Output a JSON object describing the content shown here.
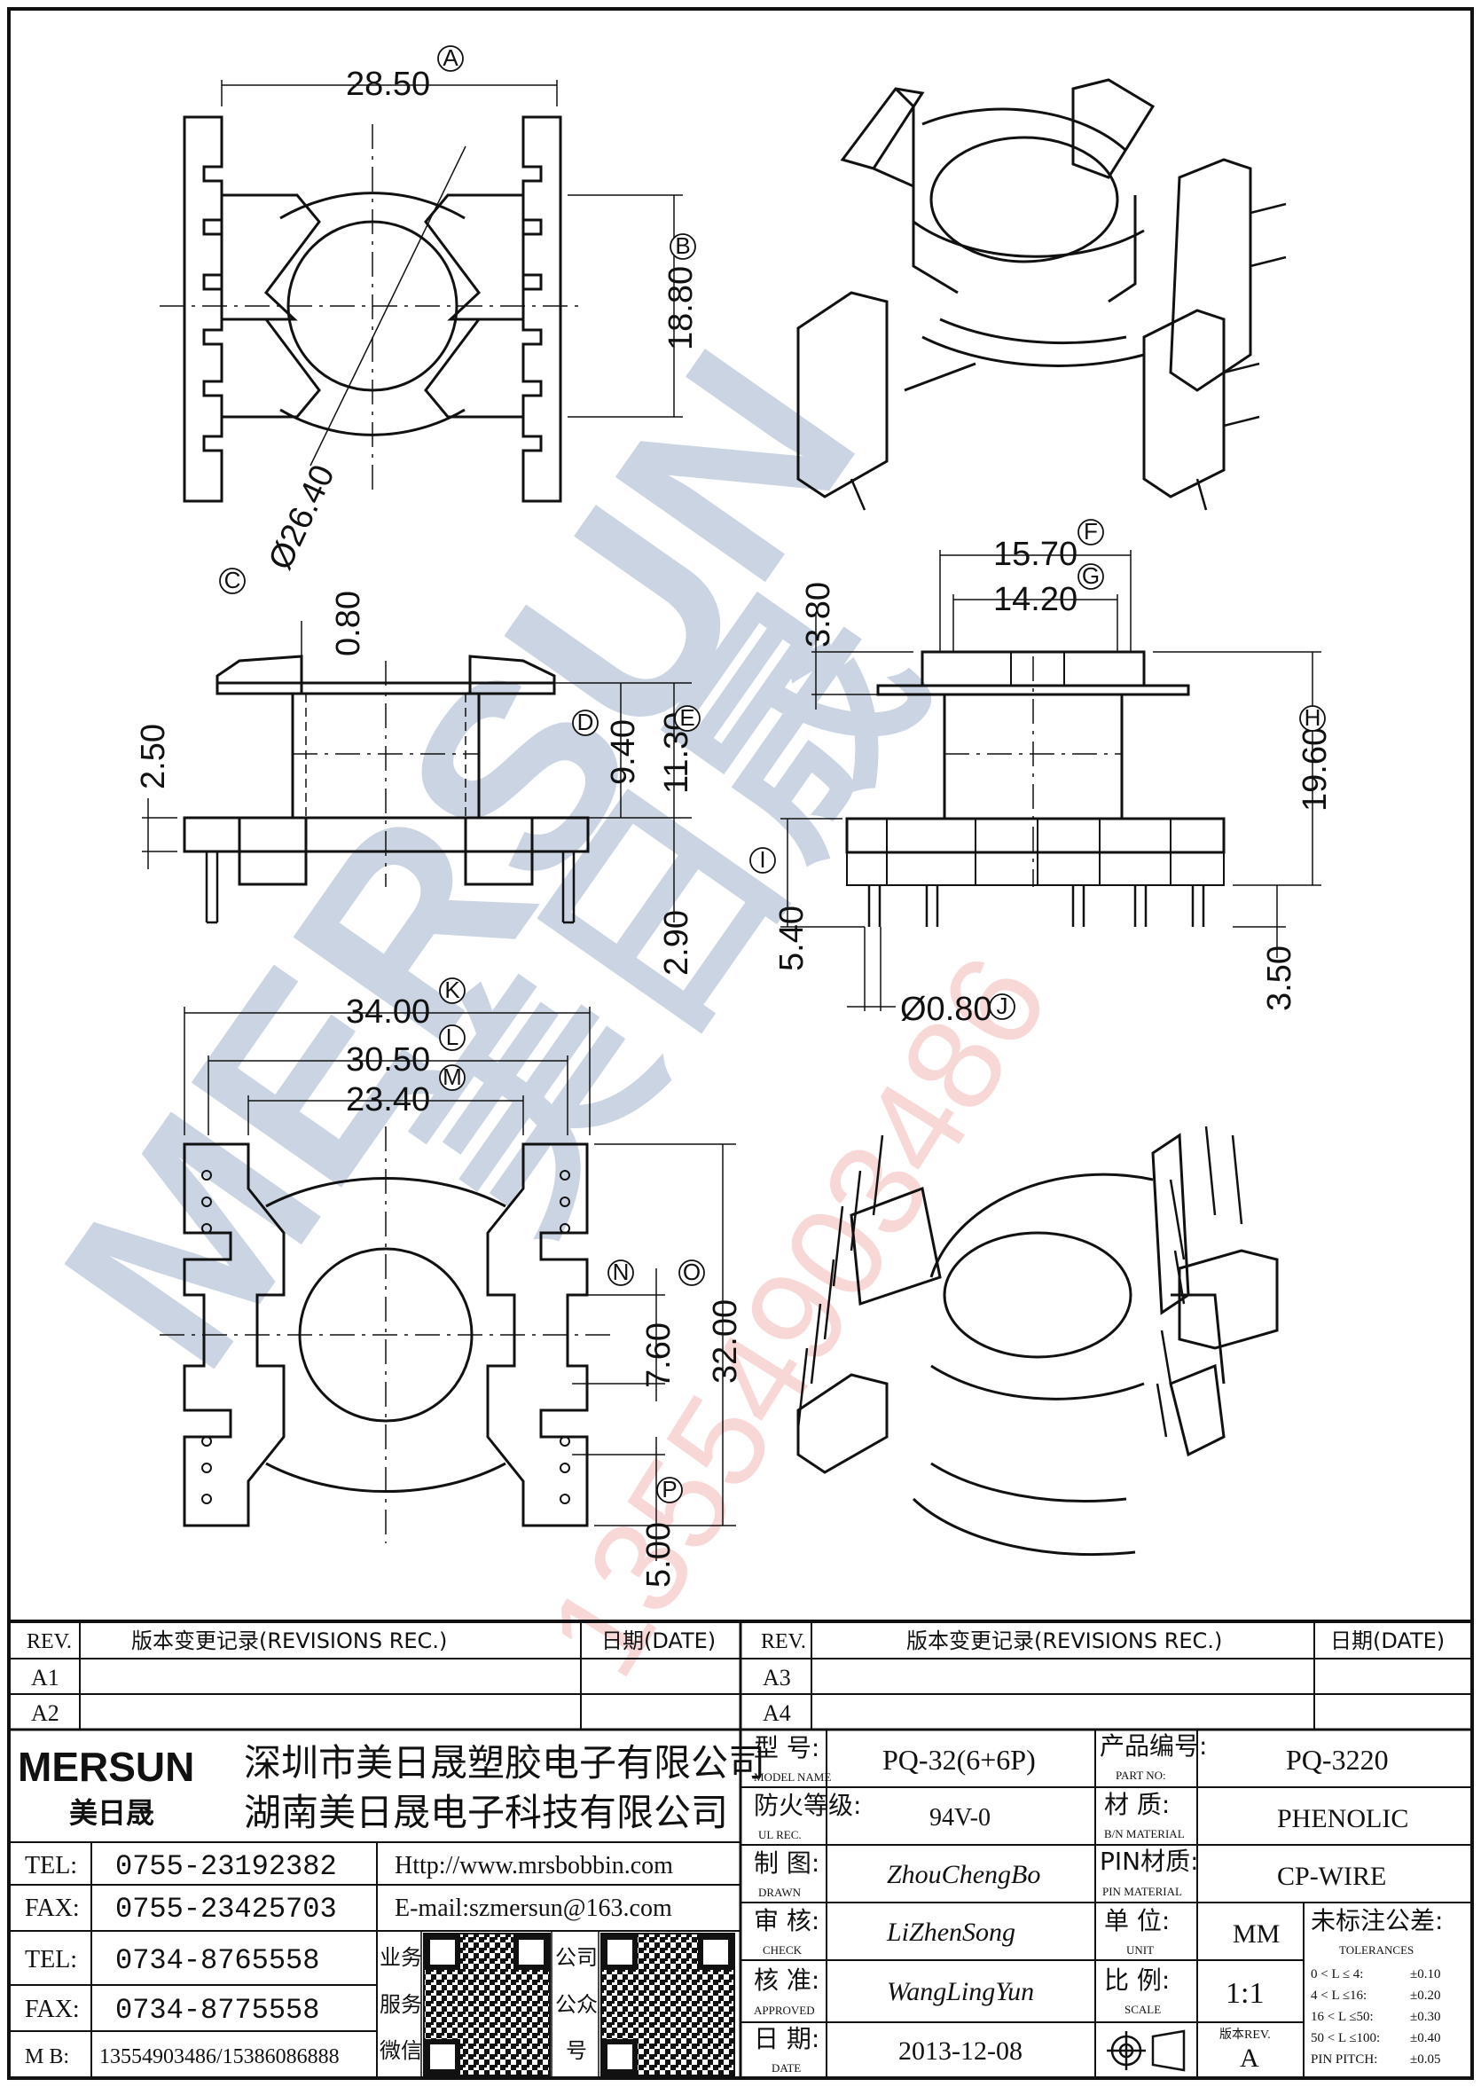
{
  "dims": {
    "A": "28.50",
    "B": "18.80",
    "C": "Ø26.40",
    "D": "9.40",
    "E": "11.30",
    "top_gap": "0.80",
    "left_h": "2.50",
    "pin_h": "2.90",
    "F": "15.70",
    "G": "14.20",
    "H": "19.60",
    "I": "5.40",
    "J": "Ø0.80",
    "top_h": "3.80",
    "pin_ext": "3.50",
    "K": "34.00",
    "L": "30.50",
    "M": "23.40",
    "N": "7.60",
    "O": "32.00",
    "P": "5.00"
  },
  "markers": [
    "A",
    "B",
    "C",
    "D",
    "E",
    "F",
    "G",
    "H",
    "I",
    "J",
    "K",
    "L",
    "M",
    "N",
    "O",
    "P"
  ],
  "watermark": {
    "brand": "MERSUN",
    "cn": "美日晟",
    "phone": "13554903486"
  },
  "rev_left": {
    "h_rev": "REV.",
    "h_rec": "版本变更记录(REVISIONS REC.)",
    "h_date": "日期(DATE)",
    "rows": [
      "A1",
      "A2"
    ]
  },
  "rev_right": {
    "h_rev": "REV.",
    "h_rec": "版本变更记录(REVISIONS REC.)",
    "h_date": "日期(DATE)",
    "rows": [
      "A3",
      "A4"
    ]
  },
  "company": {
    "logo": "MERSUN",
    "logo_cn": "美日晟",
    "name1": "深圳市美日晟塑胶电子有限公司",
    "name2": "湖南美日晟电子科技有限公司"
  },
  "contacts": {
    "tel1_label": "TEL:",
    "tel1": "0755-23192382",
    "fax1_label": "FAX:",
    "fax1": "0755-23425703",
    "http": "Http://www.mrsbobbin.com",
    "email": "E-mail:szmersun@163.com",
    "tel2_label": "TEL:",
    "tel2": "0734-8765558",
    "fax2_label": "FAX:",
    "fax2": "0734-8775558",
    "mb_label": "M B:",
    "mb": "13554903486/15386086888",
    "qr1_label": [
      "业务",
      "服务",
      "微信"
    ],
    "qr2_label": [
      "公司",
      "公众",
      "号"
    ]
  },
  "specs": {
    "model_cn": "型 号:",
    "model_en": "MODEL NAME",
    "model": "PQ-32(6+6P)",
    "part_cn": "产品编号:",
    "part_en": "PART NO:",
    "part": "PQ-3220",
    "ul_cn": "防火等级:",
    "ul_en": "UL REC.",
    "ul": "94V-0",
    "mat_cn": "材 质:",
    "mat_en": "B/N MATERIAL",
    "mat": "PHENOLIC",
    "drawn_cn": "制 图:",
    "drawn_en": "DRAWN",
    "drawn": "ZhouChengBo",
    "pinmat_cn": "PIN材质:",
    "pinmat_en": "PIN MATERIAL",
    "pinmat": "CP-WIRE",
    "check_cn": "审 核:",
    "check_en": "CHECK",
    "check": "LiZhenSong",
    "unit_cn": "单 位:",
    "unit_en": "UNIT",
    "unit": "MM",
    "tol_cn": "未标注公差:",
    "tol_en": "TOLERANCES",
    "tol_rows": [
      [
        "0 < L ≤ 4:",
        "±0.10"
      ],
      [
        "4 < L ≤16:",
        "±0.20"
      ],
      [
        "16 < L ≤50:",
        "±0.30"
      ],
      [
        "50 < L ≤100:",
        "±0.40"
      ],
      [
        "PIN PITCH:",
        "±0.05"
      ]
    ],
    "approved_cn": "核 准:",
    "approved_en": "APPROVED",
    "approved": "WangLingYun",
    "scale_cn": "比 例:",
    "scale_en": "SCALE",
    "scale": "1:1",
    "date_cn": "日 期:",
    "date_en": "DATE",
    "date": "2013-12-08",
    "ver_cn": "版本REV.",
    "ver": "A"
  }
}
